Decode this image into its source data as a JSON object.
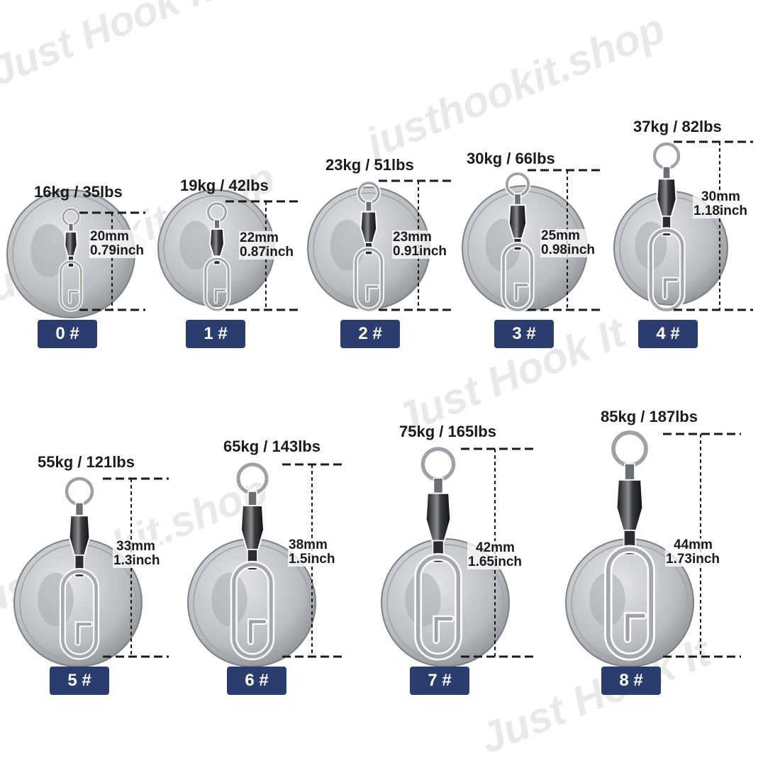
{
  "watermark": {
    "shop": "justhookit.shop",
    "brand": "Just Hook It"
  },
  "colors": {
    "badge": "#2b3c6e",
    "coin": "#b9bcc1",
    "metal_dark": "#2a2c30",
    "text": "#1a1a1a"
  },
  "items": [
    {
      "size": "0 #",
      "weight": "16kg / 35lbs",
      "length_mm": "20mm",
      "length_in": "0.79inch"
    },
    {
      "size": "1 #",
      "weight": "19kg / 42lbs",
      "length_mm": "22mm",
      "length_in": "0.87inch"
    },
    {
      "size": "2 #",
      "weight": "23kg / 51lbs",
      "length_mm": "23mm",
      "length_in": "0.91inch"
    },
    {
      "size": "3 #",
      "weight": "30kg / 66lbs",
      "length_mm": "25mm",
      "length_in": "0.98inch"
    },
    {
      "size": "4 #",
      "weight": "37kg / 82lbs",
      "length_mm": "30mm",
      "length_in": "1.18inch"
    },
    {
      "size": "5 #",
      "weight": "55kg / 121lbs",
      "length_mm": "33mm",
      "length_in": "1.3inch"
    },
    {
      "size": "6 #",
      "weight": "65kg / 143lbs",
      "length_mm": "38mm",
      "length_in": "1.5inch"
    },
    {
      "size": "7 #",
      "weight": "75kg / 165lbs",
      "length_mm": "42mm",
      "length_in": "1.65inch"
    },
    {
      "size": "8 #",
      "weight": "85kg / 187lbs",
      "length_mm": "44mm",
      "length_in": "1.73inch"
    }
  ]
}
